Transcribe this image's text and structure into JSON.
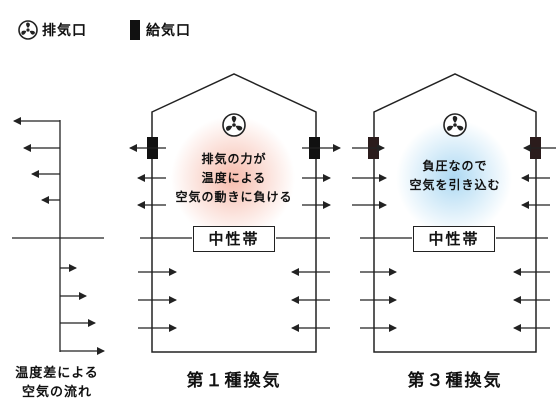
{
  "legend": {
    "exhaust_label": "排気口",
    "supply_label": "給気口",
    "fan_icon": "ventilation-fan-icon",
    "vent_icon": "supply-vent-block-icon"
  },
  "left_panel": {
    "caption_line1": "温度差による",
    "caption_line2": "空気の流れ"
  },
  "type1": {
    "caption": "第１種換気",
    "neutral_zone": "中性帯",
    "note_line1": "排気の力が",
    "note_line2": "温度による",
    "note_line3": "空気の動きに負ける",
    "glow_color": "#f6b8a8"
  },
  "type3": {
    "caption": "第３種換気",
    "neutral_zone": "中性帯",
    "note_line1": "負圧なので",
    "note_line2": "空気を引き込む",
    "glow_color": "#a9d7f2"
  },
  "colors": {
    "line": "#222222",
    "vent_black": "#111111",
    "vent_dark": "#2b1c1c"
  }
}
